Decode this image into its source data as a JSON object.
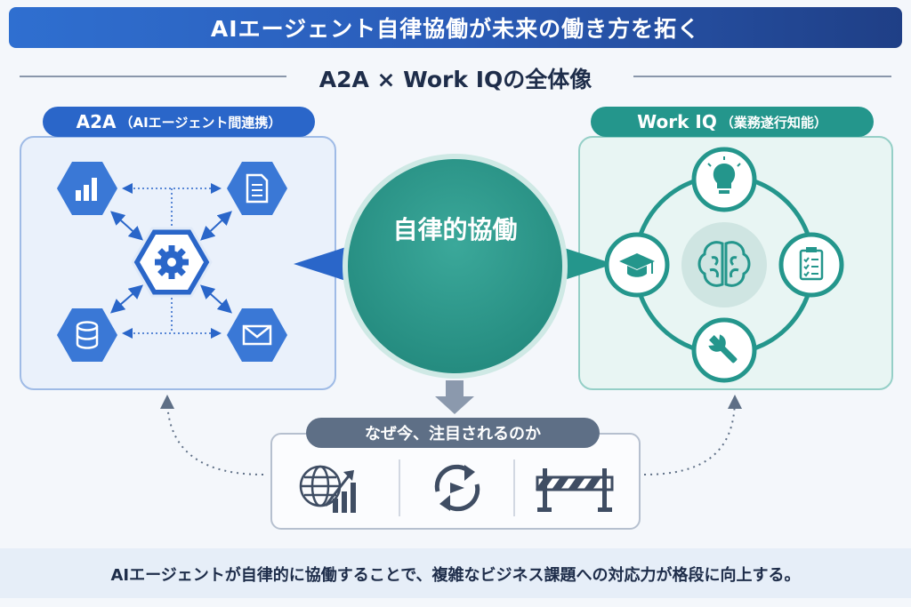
{
  "header": {
    "title": "AIエージェント自律協働が未来の働き方を拓く"
  },
  "subheading": "A2A × Work IQの全体像",
  "left_panel": {
    "title": "A2A",
    "subtitle": "（AIエージェント間連携）",
    "icons": [
      "bar-chart-icon",
      "document-icon",
      "gear-icon",
      "database-icon",
      "mail-icon"
    ]
  },
  "center": {
    "title": "自律的協働"
  },
  "right_panel": {
    "title": "Work IQ",
    "subtitle": "（業務遂行知能）",
    "icons": [
      "lightbulb-icon",
      "graduation-cap-icon",
      "brain-icon",
      "clipboard-checklist-icon",
      "wrench-icon"
    ]
  },
  "why_now": {
    "title": "なぜ今、注目されるのか",
    "icons": [
      "globe-growth-icon",
      "refresh-icon",
      "barrier-icon"
    ]
  },
  "footer": {
    "text": "AIエージェントが自律的に協働することで、複雑なビジネス課題への対応力が格段に向上する。"
  },
  "colors": {
    "blue": "#2a66c9",
    "teal": "#24968c",
    "navy": "#1f3f86",
    "slate": "#5e6f86"
  }
}
